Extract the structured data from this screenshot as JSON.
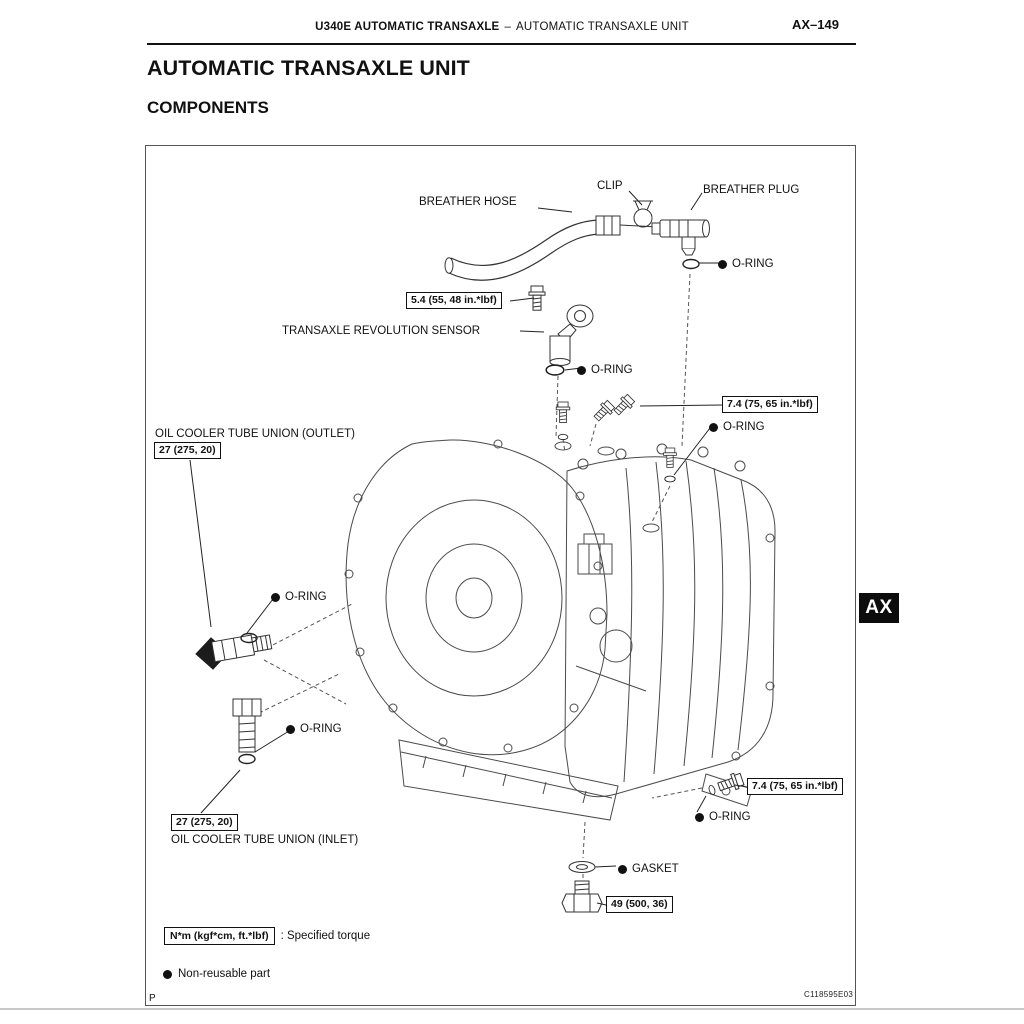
{
  "header": {
    "section": "U340E AUTOMATIC TRANSAXLE",
    "separator": "–",
    "subsection": "AUTOMATIC TRANSAXLE UNIT",
    "page_number": "AX–149"
  },
  "side_tab": "AX",
  "title": "AUTOMATIC TRANSAXLE UNIT",
  "subtitle": "COMPONENTS",
  "figure": {
    "corner_mark": "P",
    "code": "C118595E03",
    "parts": {
      "clip": "CLIP",
      "breather_plug": "BREATHER PLUG",
      "breather_hose": "BREATHER HOSE",
      "o_ring": "O-RING",
      "revolution_sensor": "TRANSAXLE REVOLUTION SENSOR",
      "oil_cooler_outlet": "OIL COOLER TUBE UNION (OUTLET)",
      "oil_cooler_inlet": "OIL COOLER TUBE UNION (INLET)",
      "gasket": "GASKET"
    },
    "torques": {
      "sensor_bolt": "5.4 (55, 48 in.*lbf)",
      "union_bolt": "7.4 (75, 65 in.*lbf)",
      "cooler_union": "27 (275, 20)",
      "drain_plug": "49 (500, 36)"
    },
    "legend": {
      "torque_unit": "N*m (kgf*cm, ft.*lbf)",
      "torque_meaning": ": Specified torque",
      "non_reusable": "Non-reusable part"
    }
  }
}
